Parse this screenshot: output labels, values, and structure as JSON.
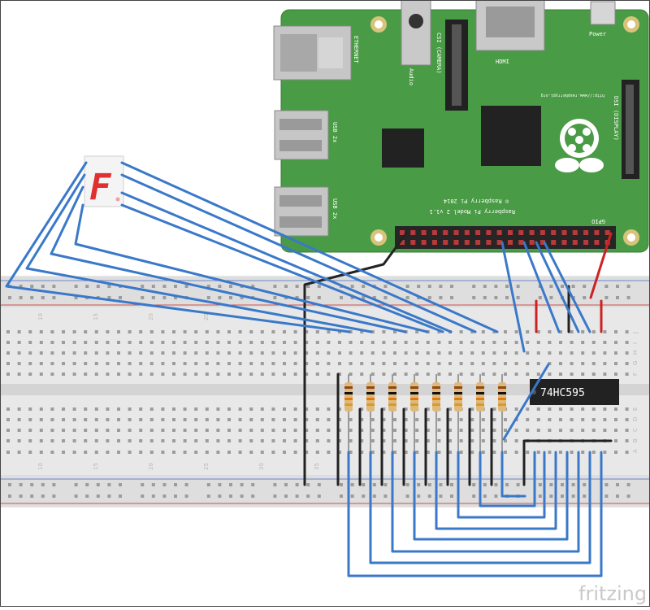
{
  "board": {
    "ethernet": "ETHERNET",
    "usb_top": "USB 2x",
    "usb_bottom": "USB 2x",
    "audio": "Audio",
    "csi": "CSI (CAMERA)",
    "hdmi": "HDMI",
    "power": "Power",
    "dsi": "DSI (DISPLAY)",
    "url": "http://www.raspberrypi.org",
    "copyright": "© Raspberry Pi 2014",
    "model": "Raspberry Pi Model 2 v1.1",
    "gpio": "GPIO"
  },
  "chip": {
    "label": "74HC595"
  },
  "breadboard": {
    "col_numbers": [
      "10",
      "15",
      "20",
      "25",
      "30",
      "35"
    ],
    "row_letters_top": [
      "J",
      "I",
      "H",
      "G",
      "F"
    ],
    "row_letters_bottom": [
      "E",
      "D",
      "C",
      "B",
      "A"
    ]
  },
  "display": {
    "digit": "F"
  },
  "brand": {
    "name": "fritzing"
  },
  "colors": {
    "pcb": "#4a9b45",
    "wire_blue": "#3a78c9",
    "wire_red": "#cc2222",
    "wire_black": "#222222"
  }
}
